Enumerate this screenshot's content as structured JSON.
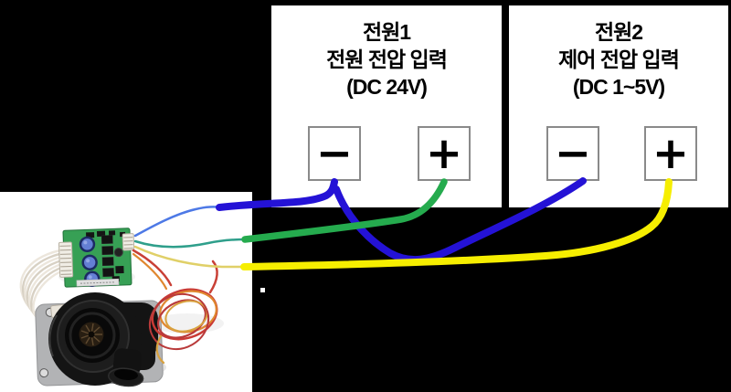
{
  "diagram": {
    "description": "blower-driver-wiring-diagram",
    "panels": [
      {
        "id": "power1",
        "line1": "전원1",
        "line2": "전원 전압 입력",
        "line3": "(DC 24V)",
        "terminals": {
          "negative": "−",
          "positive": "+"
        }
      },
      {
        "id": "power2",
        "line1": "전원2",
        "line2": "제어 전압 입력",
        "line3": "(DC 1~5V)",
        "terminals": {
          "negative": "−",
          "positive": "+"
        }
      }
    ],
    "wires": [
      {
        "name": "supply-negative-blue",
        "color": "#2412d6",
        "from": "driver-board",
        "to": "power1-negative"
      },
      {
        "name": "control-negative-blue",
        "color": "#2412d6",
        "from": "power1-negative-junction",
        "to": "power2-negative"
      },
      {
        "name": "supply-positive-green",
        "color": "#25ab4e",
        "from": "driver-board",
        "to": "power1-positive"
      },
      {
        "name": "control-positive-yellow",
        "color": "#f6ee00",
        "from": "driver-board",
        "to": "power2-positive"
      }
    ],
    "photo_items": [
      "driver-pcb",
      "blower-fan",
      "ribbon-cable",
      "signal-wire-coil"
    ],
    "colors": {
      "background": "#000000",
      "panel_bg": "#ffffff",
      "panel_border": "#000000",
      "terminal_border": "#8a8a8a",
      "photo_wire_blue": "#4d79e6",
      "photo_wire_teal": "#2f9f8b",
      "photo_wire_yellow": "#e0d068",
      "pcb_green": "#37a055",
      "capacitor_blue": "#647fd4",
      "blower_black": "#141414",
      "bracket_gray": "#b2b3b5",
      "coil_red": "#c94036",
      "coil_orange": "#e0872f"
    }
  }
}
